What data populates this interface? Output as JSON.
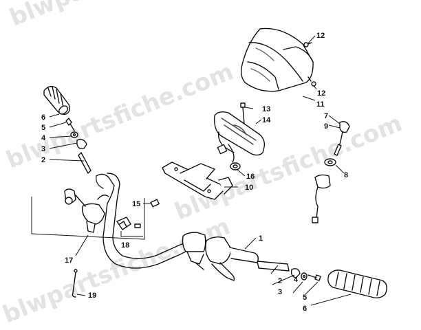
{
  "watermark": "blwpartsfiche.com",
  "callouts": [
    {
      "id": "c12a",
      "label": "12"
    },
    {
      "id": "c12b",
      "label": "12"
    },
    {
      "id": "c11",
      "label": "11"
    },
    {
      "id": "c13",
      "label": "13"
    },
    {
      "id": "c14",
      "label": "14"
    },
    {
      "id": "c7",
      "label": "7"
    },
    {
      "id": "c9",
      "label": "9"
    },
    {
      "id": "c8",
      "label": "8"
    },
    {
      "id": "c16",
      "label": "16"
    },
    {
      "id": "c10",
      "label": "10"
    },
    {
      "id": "c15",
      "label": "15"
    },
    {
      "id": "c6l",
      "label": "6"
    },
    {
      "id": "c5l",
      "label": "5"
    },
    {
      "id": "c4l",
      "label": "4"
    },
    {
      "id": "c3l",
      "label": "3"
    },
    {
      "id": "c2l",
      "label": "2"
    },
    {
      "id": "c18",
      "label": "18"
    },
    {
      "id": "c17",
      "label": "17"
    },
    {
      "id": "c19",
      "label": "19"
    },
    {
      "id": "c1",
      "label": "1"
    },
    {
      "id": "c2r",
      "label": "2"
    },
    {
      "id": "c3r",
      "label": "3"
    },
    {
      "id": "c4r",
      "label": "4"
    },
    {
      "id": "c5r",
      "label": "5"
    },
    {
      "id": "c6r",
      "label": "6"
    }
  ]
}
